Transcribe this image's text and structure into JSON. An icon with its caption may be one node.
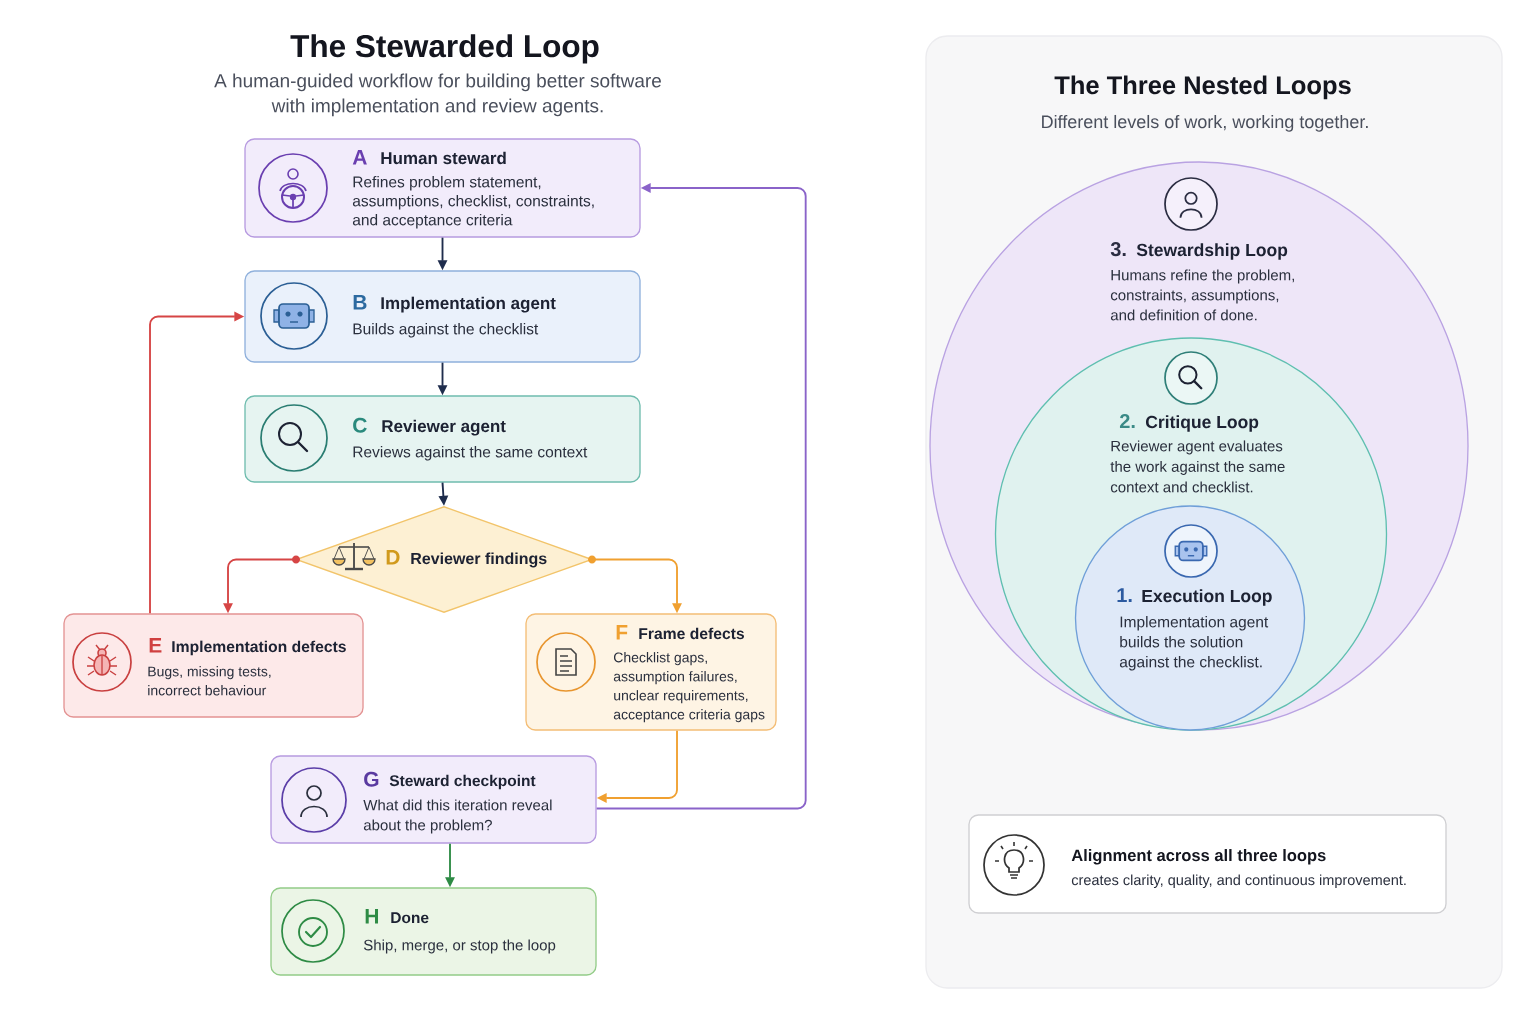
{
  "diagram": {
    "title": "The Stewarded Loop",
    "nodes": [
      {
        "text": [
          "A",
          "Human steward",
          "Refines problem statement, assumptions, checklist, constraints, and acceptance criteria"
        ]
      },
      {
        "text": [
          "B",
          "Implementation agent",
          "Builds against the checklist"
        ]
      },
      {
        "text": [
          "C",
          "Reviewer agent",
          "Reviews against the same context"
        ]
      },
      {
        "text": [
          "D",
          "Reviewer findings"
        ]
      },
      {
        "text": [
          "E",
          "Implementation defects",
          "Bugs, missing tests, incorrect behaviour"
        ]
      },
      {
        "text": [
          "F",
          "Frame defects",
          "Checklist gaps, assumption failures, unclear requirements, acceptance criteria gaps"
        ]
      },
      {
        "text": [
          "G",
          "Steward checkpoint",
          "What did this iteration reveal about the problem?"
        ]
      },
      {
        "text": [
          "H",
          "Done",
          "Ship, merge, or stop the loop"
        ]
      },
      {
        "text": [
          "The Three Nested Loops",
          "Different levels of work, working together."
        ]
      },
      {
        "text": [
          "3.",
          "Stewardship Loop",
          "Humans refine the problem, constraints, assumptions, and definition of done."
        ],
        "in": 8
      },
      {
        "text": [
          "2.",
          "Critique Loop",
          "Reviewer agent evaluates the work against the same context and checklist."
        ],
        "in": 9
      },
      {
        "text": [
          "1.",
          "Execution Loop",
          "Implementation agent builds the solution against the checklist."
        ],
        "in": 10
      },
      {
        "text": [
          "Alignment across all three loops",
          "creates clarity, quality, and continuous improvement."
        ],
        "in": 8
      }
    ],
    "edges": [
      {
        "from": 0,
        "to": 1,
        "arrow": "to"
      },
      {
        "from": 1,
        "to": 2,
        "arrow": "to"
      },
      {
        "from": 2,
        "to": 3,
        "arrow": "to"
      },
      {
        "from": 3,
        "to": 4,
        "arrow": "to",
        "color": "#d64545"
      },
      {
        "from": 3,
        "to": 5,
        "arrow": "to",
        "color": "#f0a030"
      },
      {
        "from": 4,
        "to": 1,
        "arrow": "to",
        "color": "#d64545"
      },
      {
        "from": 5,
        "to": 6,
        "arrow": "to",
        "color": "#f0a030"
      },
      {
        "from": 6,
        "to": 0,
        "arrow": "to",
        "color": "#8a63c9"
      },
      {
        "from": 6,
        "to": 7,
        "arrow": "to",
        "color": "#2e8b45"
      }
    ],
    "labels": [
      "A human-guided workflow for building better software with implementation and review agents."
    ]
  }
}
